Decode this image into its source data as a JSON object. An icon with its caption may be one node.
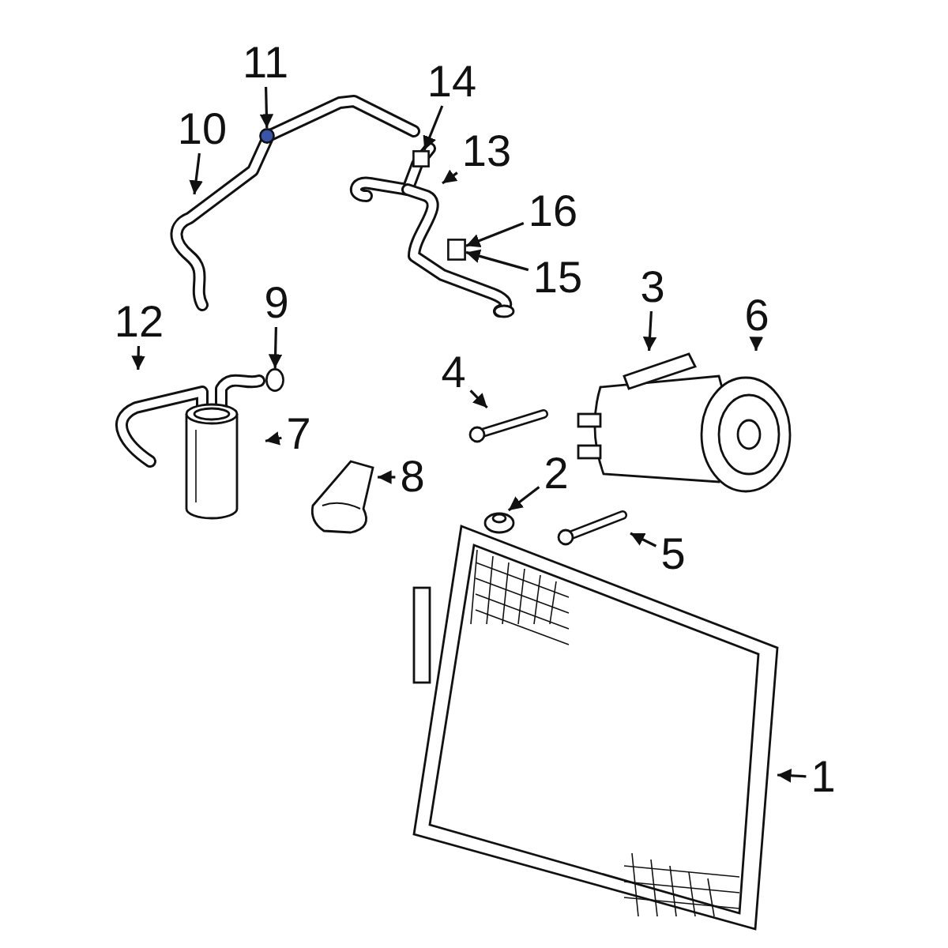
{
  "diagram": {
    "nodes": [
      {
        "text": [
          "1"
        ]
      },
      {
        "text": [
          "2"
        ]
      },
      {
        "text": [
          "3"
        ]
      },
      {
        "text": [
          "4"
        ]
      },
      {
        "text": [
          "5"
        ]
      },
      {
        "text": [
          "6"
        ]
      },
      {
        "text": [
          "7"
        ]
      },
      {
        "text": [
          "8"
        ]
      },
      {
        "text": [
          "9"
        ]
      },
      {
        "text": [
          "10"
        ]
      },
      {
        "text": [
          "11"
        ]
      },
      {
        "text": [
          "12"
        ]
      },
      {
        "text": [
          "13"
        ]
      },
      {
        "text": [
          "14"
        ]
      },
      {
        "text": [
          "15"
        ]
      },
      {
        "text": [
          "16"
        ]
      },
      {
        "text": [],
        "shape": "picture"
      },
      {
        "text": [],
        "shape": "picture"
      },
      {
        "text": [],
        "shape": "picture"
      },
      {
        "text": [],
        "shape": "picture"
      },
      {
        "text": [],
        "shape": "picture"
      },
      {
        "text": [],
        "shape": "picture"
      },
      {
        "text": [],
        "shape": "picture"
      },
      {
        "text": [],
        "shape": "circle"
      },
      {
        "text": [],
        "shape": "picture"
      },
      {
        "text": [],
        "shape": "circle"
      },
      {
        "text": [],
        "shape": "box"
      },
      {
        "text": [],
        "shape": "box",
        "in": 24
      }
    ],
    "edges": [
      {
        "from": 0,
        "to": 16,
        "arrow": "to"
      },
      {
        "from": 1,
        "to": 17,
        "arrow": "to"
      },
      {
        "from": 2,
        "to": 18,
        "arrow": "to"
      },
      {
        "from": 3,
        "to": 19,
        "arrow": "to"
      },
      {
        "from": 4,
        "to": 20,
        "arrow": "to"
      },
      {
        "from": 5,
        "to": 18,
        "arrow": "to"
      },
      {
        "from": 6,
        "to": 21,
        "arrow": "to"
      },
      {
        "from": 7,
        "to": 22,
        "arrow": "to"
      },
      {
        "from": 8,
        "to": 23,
        "arrow": "to"
      },
      {
        "from": 9,
        "to": null,
        "arrow": "to"
      },
      {
        "from": 10,
        "to": 25,
        "arrow": "to"
      },
      {
        "from": 11,
        "to": 21,
        "arrow": "to"
      },
      {
        "from": 12,
        "to": 24,
        "arrow": "to"
      },
      {
        "from": 13,
        "to": 26,
        "arrow": "to"
      },
      {
        "from": 14,
        "to": 27,
        "arrow": "to"
      },
      {
        "from": 15,
        "to": 27,
        "arrow": "to"
      }
    ]
  }
}
